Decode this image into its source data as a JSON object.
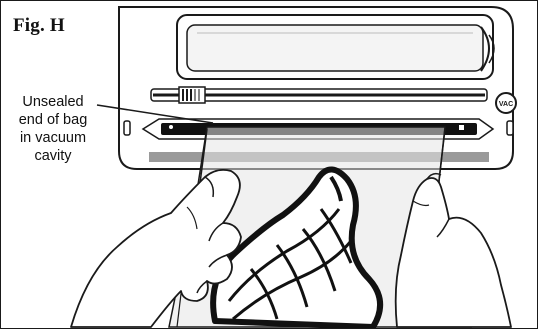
{
  "figure": {
    "label": "Fig. H",
    "callout": {
      "lines": [
        "Unsealed",
        "end of bag",
        "in vacuum",
        "cavity"
      ]
    },
    "button_label": "VAC"
  },
  "colors": {
    "line": "#1a1a1a",
    "gray_band": "#9a9a9a",
    "bag_tint": "#e6e6e6",
    "background": "#ffffff"
  }
}
